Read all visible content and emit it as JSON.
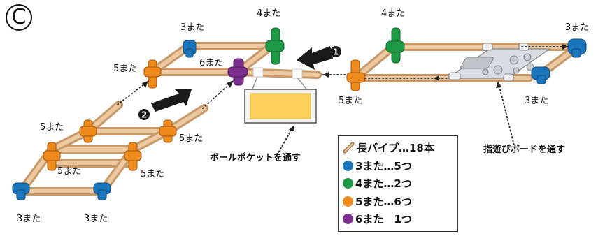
{
  "diagram": {
    "badge": "C",
    "step_markers": [
      "1",
      "2"
    ],
    "labels": {
      "four_top_left": "4また",
      "four_top_right": "4また",
      "three_top_left": "3また",
      "three_top_right": "3また",
      "five_left_upper": "5また",
      "six": "6また",
      "five_mid_right": "5また",
      "three_right_bottom": "3また",
      "five_left_mid": "5また",
      "five_left_center": "5また",
      "five_center": "5また",
      "five_lower_right": "5また",
      "three_bottom_left": "3また",
      "three_bottom_mid": "3また"
    },
    "notes": {
      "ball_pocket": "ボールポケットを通す",
      "finger_board": "指遊びボードを通す"
    }
  },
  "legend": [
    {
      "icon": "long-pipe-icon",
      "color": "#c89968",
      "text": "長パイプ…18本"
    },
    {
      "icon": "blue-dot",
      "color": "#1b75bb",
      "text": "3また…5つ"
    },
    {
      "icon": "green-dot",
      "color": "#1e9a46",
      "text": "4また…2つ"
    },
    {
      "icon": "orange-dot",
      "color": "#ef8a1d",
      "text": "5また…6つ"
    },
    {
      "icon": "purple-dot",
      "color": "#7b2f8e",
      "text": "6また　1つ"
    }
  ],
  "colors": {
    "pipe": "#e2b98c",
    "blue": "#1b75bb",
    "green": "#1e9a46",
    "orange": "#ef8a1d",
    "purple": "#7b2f8e",
    "pocket": "#fdd05a"
  }
}
